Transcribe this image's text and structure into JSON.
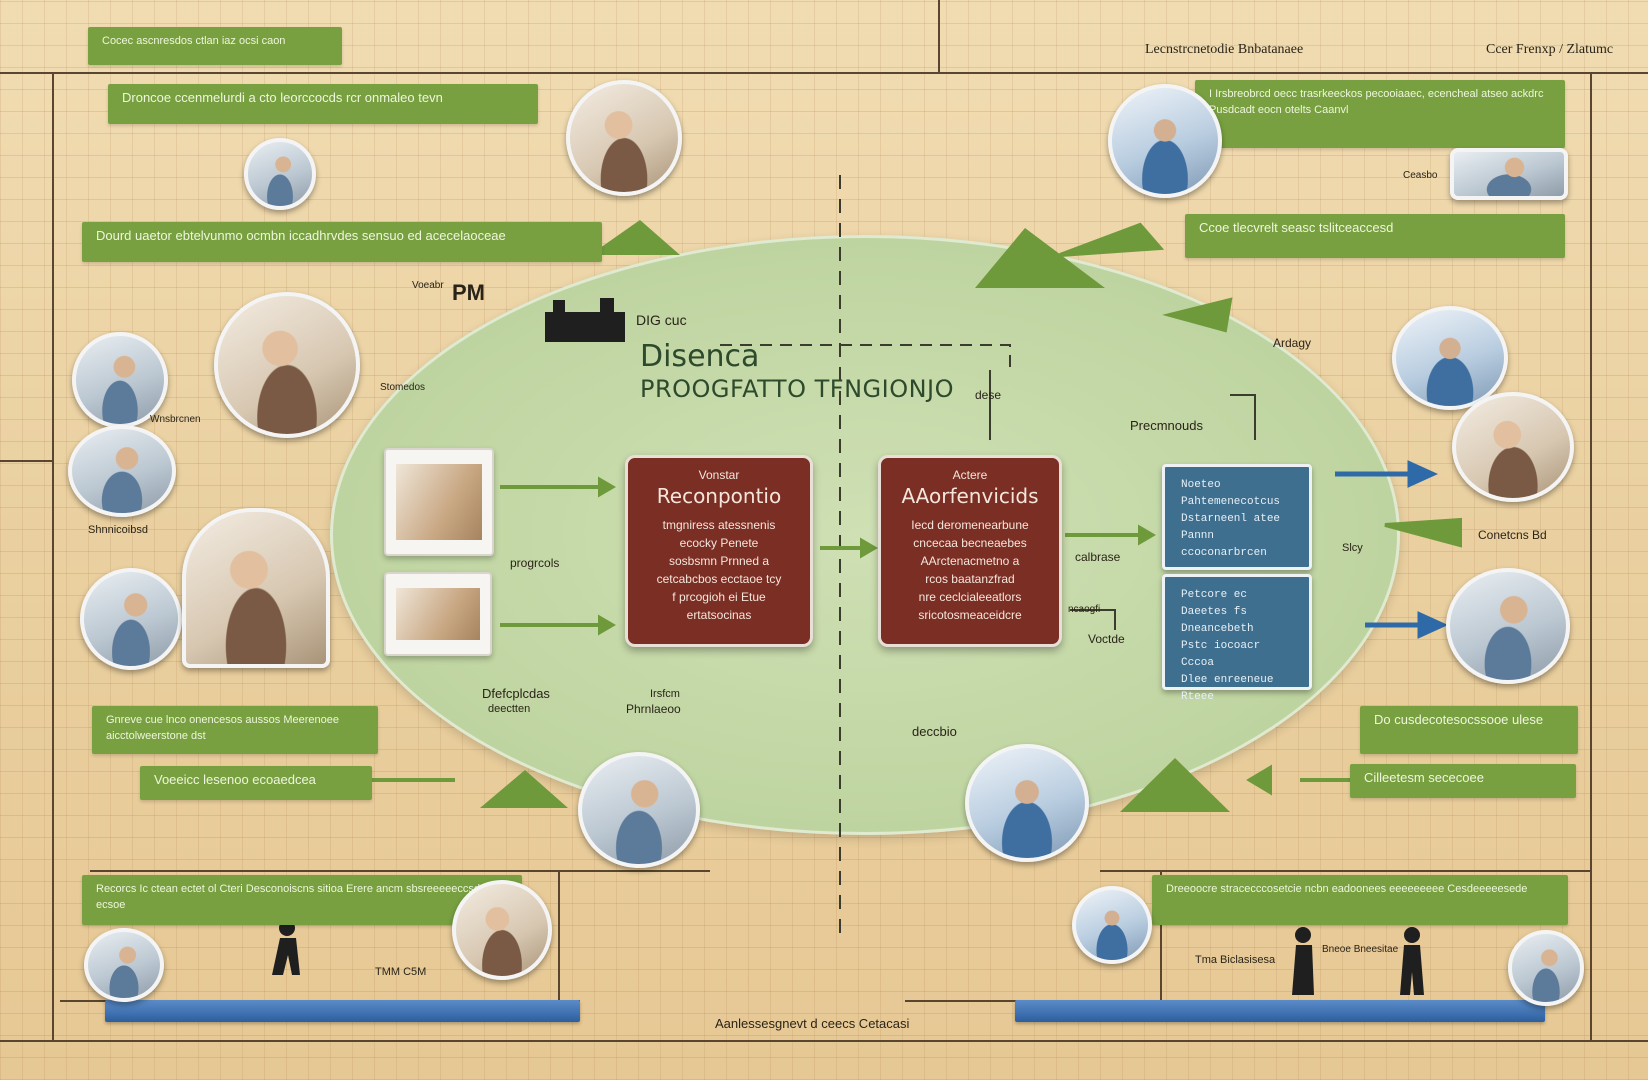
{
  "header": {
    "top_left_bar": "Cocec ascnresdos ctlan iaz ocsi caon",
    "top_center_label": "Lecnstrcnetodie Bnbatanaee",
    "top_right_label": "Ccer Frenxp / Zlatumc"
  },
  "left_bars": [
    "Droncoe ccenmelurdi a cto leorccocds rcr onmaleo tevn",
    "Dourd uaetor ebtelvunmo ocmbn iccadhrvdes sensuo ed acecelaoceae"
  ],
  "right_bars": [
    "I Irsbreobrcd oecc trasrkeeckos pecooiaaec, ecencheal atseo ackdrc Pusdcadt eocn otelts Caanvl",
    "Ccoe tlecvrelt seasc tslitceaccesd"
  ],
  "bottom_left_bars": [
    "Gnreve cue lnco onencesos aussos Meerenoee aicctolweerstone dst",
    "Voeeicc lesenoo ecoaedcea"
  ],
  "bottom_right_bars": [
    "Do cusdecotesocssooe ulese",
    "Cilleetesm sececoee"
  ],
  "footer_bars": {
    "left": "Recorcs Ic ctean ectet ol Cteri Desconoiscns sitioa Erere ancm sbsreeeeeccsd Ds ecsoe",
    "right": "Dreeoocre stracecccosetcie ncbn eadoonees eeeeeeeee Cesdeeeeesede"
  },
  "center": {
    "title_line1": "Disenca",
    "title_line2": "PROOGFATTO TFNGIONJO",
    "label_dig": "DIG cuc",
    "label_dese": "dese",
    "label_pm": "PM",
    "label_vocabr": "Voeabr",
    "label_prec": "Precmnouds",
    "label_progr": "progrcols",
    "label_defcp": "Dfefcplcdas",
    "label_deectten": "deectten",
    "label_phan": "Phrnlaeoo",
    "label_phan_top": "Irsfcm",
    "label_deccbio": "deccbio",
    "label_calbrase": "calbrase",
    "label_ncagfi": "ncaogfi",
    "label_voctde": "Voctde",
    "label_ardagy": "Ardagy",
    "label_conetcns": "Conetcns Bd",
    "label_sicy": "Slcy",
    "label_stomedos": "Stomedos",
    "label_shnnicoibsd": "Shnnicoibsd",
    "label_wnsbrcnen": "Wnsbrcnen",
    "label_ceasbo": "Ceasbo",
    "label_tuen": "TMM C5M",
    "label_tro": "Tma Biclasisesa",
    "label_eeuin": "Bneoe Bneesitae",
    "footer_center": "Aanlessesgnevt d ceecs Cetacasi"
  },
  "card_left": {
    "small": "Vonstar",
    "title": "Reconpontio",
    "lines": [
      "tmgniress atessnenis",
      "ecocky Penete",
      "sosbsmn Prnned a",
      "cetcabcbos ecctaoe tcy",
      "f prcogioh ei Etue",
      "ertatsocinas"
    ]
  },
  "card_right": {
    "small": "Actere",
    "title": "AAorfenvicids",
    "lines": [
      "Iecd deromenearbune",
      "cncecaa becneaebes",
      "AArctenacmetno a",
      "rcos baatanzfrad",
      "nre ceclcialeeatlors",
      "sricotosmeaceidcre"
    ]
  },
  "blue_panel_top": [
    "Noeteo",
    "Pahtemenecotcus",
    "Dstarneenl atee",
    "Pannn ccoconarbrcen"
  ],
  "blue_panel_bottom": [
    "Petcore ec",
    "Daeetes fs",
    "Dneancebeth",
    "Pstc iocoacr Cccoa",
    "Dlee enreeneue Rteee"
  ],
  "colors": {
    "board": "#ecd5a8",
    "green_bar": "#78a040",
    "ellipse": "#bed4a0",
    "card": "#7a2e24",
    "blue_panel": "#3f6f8f",
    "strip": "#2d5fa0",
    "arrow_green": "#6e9a3c",
    "arrow_blue": "#2f6aa8"
  }
}
